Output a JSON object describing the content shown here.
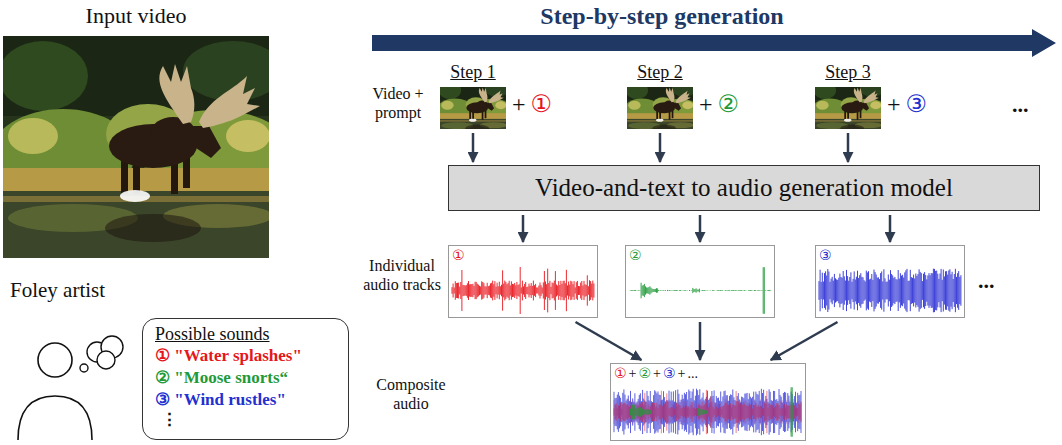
{
  "diagram": {
    "nodes": [
      {
        "text": [
          "Input video"
        ]
      },
      {
        "text": [
          "Step 1",
          "+",
          "①"
        ]
      },
      {
        "text": [
          "Step 2",
          "+",
          "②"
        ]
      },
      {
        "text": [
          "Step 3",
          "+",
          "③"
        ]
      },
      {
        "text": [
          "Video-and-text to audio generation model"
        ]
      },
      {
        "text": [
          "①"
        ]
      },
      {
        "text": [
          "②"
        ]
      },
      {
        "text": [
          "③"
        ]
      },
      {
        "text": [
          "①",
          "+",
          "②",
          "+",
          "③",
          "+",
          "..."
        ]
      },
      {
        "text": [
          "Possible sounds",
          "① \"Water splashes\"",
          "② \"Moose snorts“",
          "③ \"Wind rustles\"",
          "⋮"
        ]
      }
    ],
    "edges": [
      {
        "from": 1,
        "to": 4,
        "arrow": "to"
      },
      {
        "from": 2,
        "to": 4,
        "arrow": "to"
      },
      {
        "from": 3,
        "to": 4,
        "arrow": "to"
      },
      {
        "from": 4,
        "to": 5,
        "arrow": "to"
      },
      {
        "from": 4,
        "to": 6,
        "arrow": "to"
      },
      {
        "from": 4,
        "to": 7,
        "arrow": "to"
      },
      {
        "from": 5,
        "to": 8,
        "arrow": "to"
      },
      {
        "from": 6,
        "to": 8,
        "arrow": "to"
      },
      {
        "from": 7,
        "to": 8,
        "arrow": "to"
      }
    ],
    "labels": [
      "Step-by-step generation",
      "Video + prompt",
      "...",
      "Individual audio tracks",
      "...",
      "Composite audio",
      "Foley artist"
    ]
  }
}
